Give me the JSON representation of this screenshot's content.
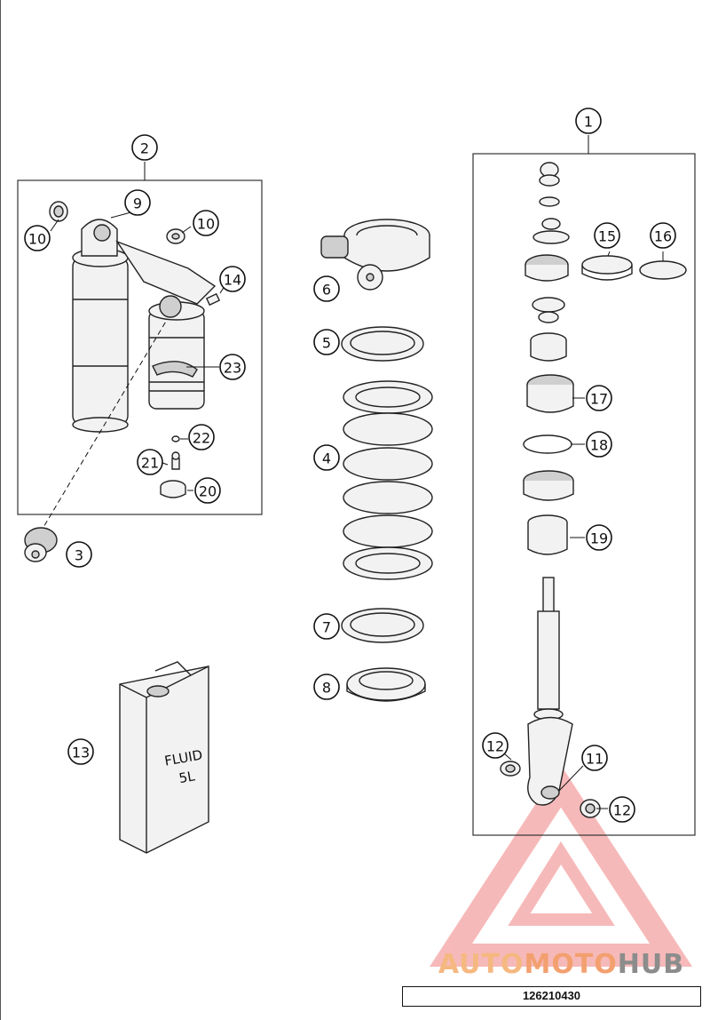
{
  "callouts": [
    "1",
    "2",
    "3",
    "4",
    "5",
    "6",
    "7",
    "8",
    "9",
    "10",
    "11",
    "12",
    "13",
    "14",
    "15",
    "16",
    "17",
    "18",
    "19",
    "20",
    "21",
    "22",
    "23"
  ],
  "canister_label": {
    "line1": "FLUID",
    "line2": "5L"
  },
  "watermark": {
    "part1": "AUTO",
    "part2": "MOTO",
    "part3": "HUB",
    "color": "#f08080"
  },
  "drawing_number": "126210430"
}
